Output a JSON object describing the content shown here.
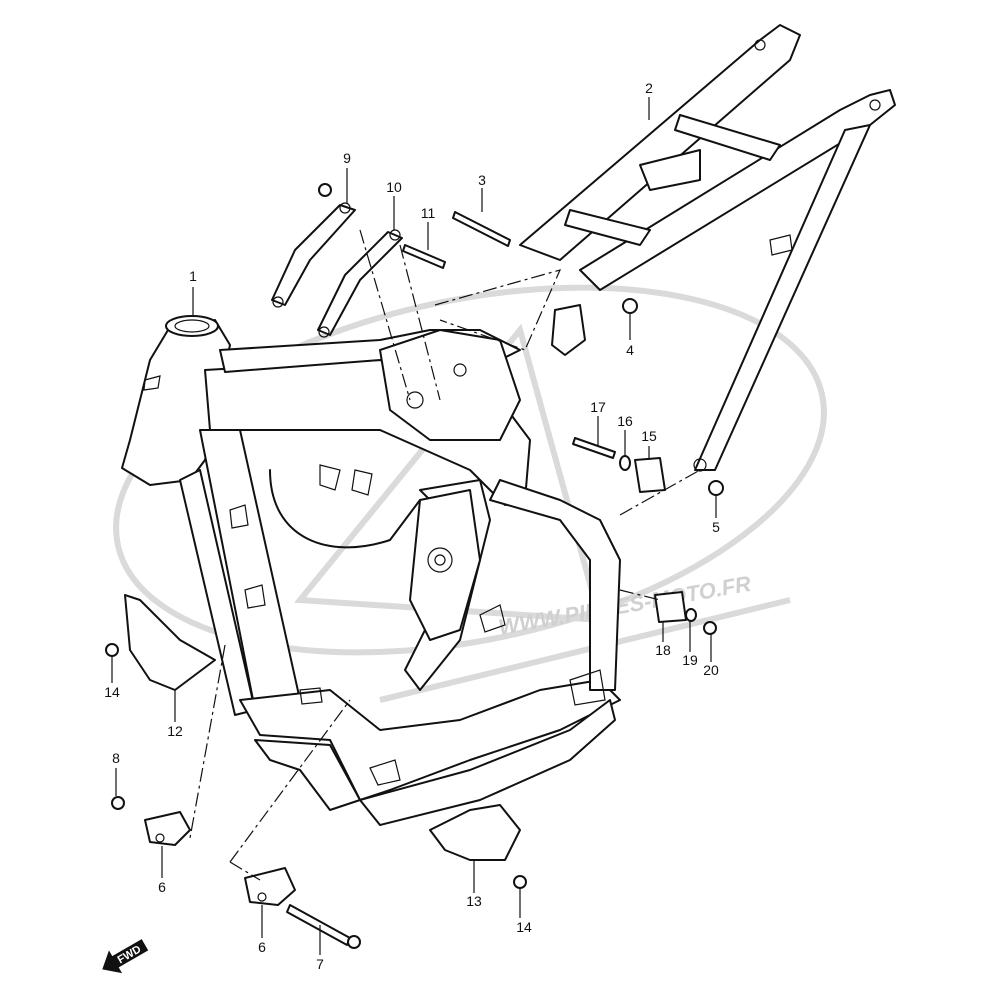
{
  "diagram": {
    "callouts": {
      "p1": "1",
      "p2": "2",
      "p3": "3",
      "p4": "4",
      "p5": "5",
      "p6a": "6",
      "p6b": "6",
      "p7": "7",
      "p8": "8",
      "p9": "9",
      "p10": "10",
      "p11": "11",
      "p12": "12",
      "p13": "13",
      "p14a": "14",
      "p14b": "14",
      "p15": "15",
      "p16": "16",
      "p17": "17",
      "p18": "18",
      "p19": "19",
      "p20": "20"
    },
    "fwd_label": "FWD",
    "watermark_text": "WWW.PIECES-MOTO.FR",
    "colors": {
      "line": "#111111",
      "watermark": "#d8d8d8",
      "background": "#ffffff"
    }
  }
}
